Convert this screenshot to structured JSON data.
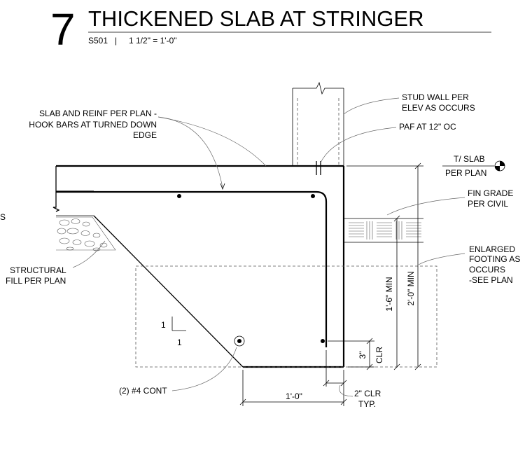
{
  "title": {
    "number": "7",
    "text": "THICKENED SLAB AT STRINGER",
    "sheet": "S501",
    "separator": "|",
    "scale": "1 1/2\" = 1'-0\""
  },
  "notes": {
    "slab_reinf": [
      "SLAB AND REINF PER PLAN -",
      "HOOK BARS AT TURNED DOWN",
      "EDGE"
    ],
    "stud_wall": [
      "STUD WALL PER",
      "ELEV AS OCCURS"
    ],
    "paf": [
      "PAF AT 12\" OC"
    ],
    "tslab": [
      "T/ SLAB",
      "PER PLAN"
    ],
    "fin_grade": [
      "FIN GRADE",
      "PER CIVIL"
    ],
    "footing": [
      "ENLARGED",
      "FOOTING AS",
      "OCCURS",
      "-SEE PLAN"
    ],
    "fill": [
      "STRUCTURAL",
      "FILL PER PLAN"
    ],
    "bars": [
      "(2) #4 CONT"
    ],
    "clr2": [
      "2\" CLR",
      "TYP."
    ],
    "edge_letter": "S"
  },
  "dims": {
    "width": "1'-0\"",
    "min_2ft": "2'-0\" MIN",
    "min_18": "1'-6\" MIN",
    "three": "3\"",
    "clr": "CLR"
  },
  "slope": {
    "rise": "1",
    "run": "1"
  }
}
